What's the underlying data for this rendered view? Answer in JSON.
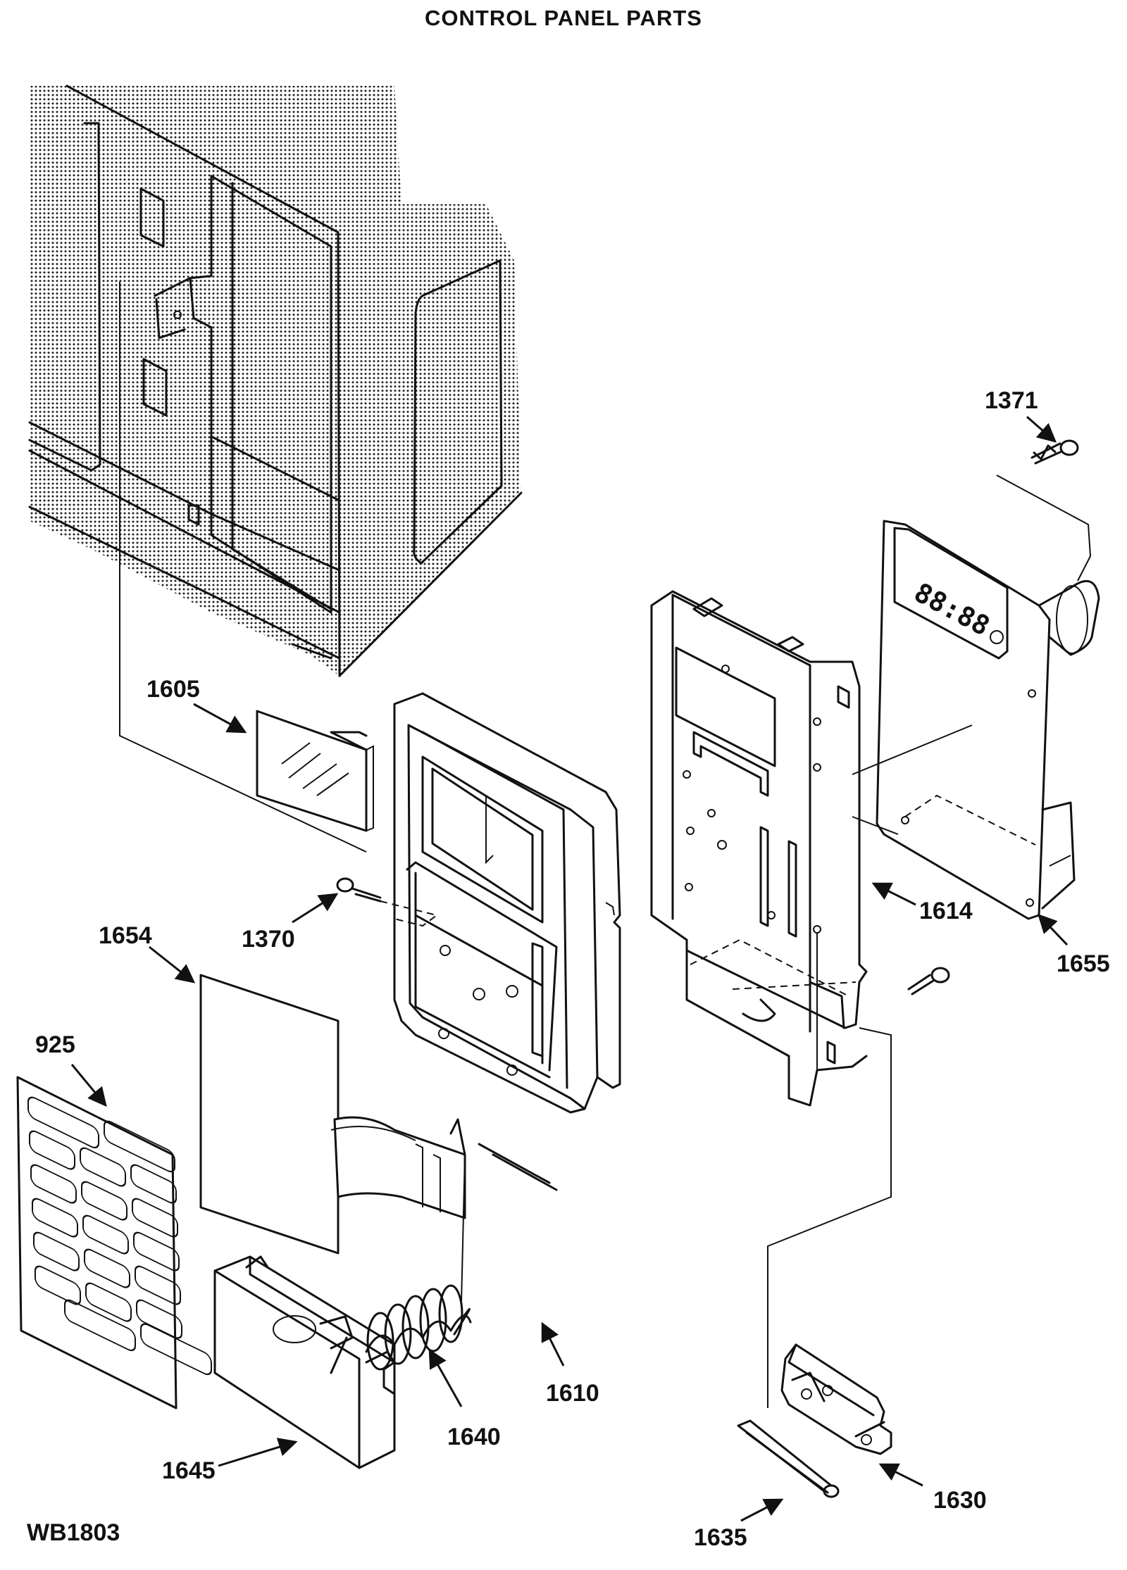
{
  "title": "CONTROL PANEL PARTS",
  "drawing_number": "WB1803",
  "display_digits": "88:88",
  "parts": [
    {
      "id": "p1371",
      "label": "1371"
    },
    {
      "id": "p1605",
      "label": "1605"
    },
    {
      "id": "p1614",
      "label": "1614"
    },
    {
      "id": "p1655",
      "label": "1655"
    },
    {
      "id": "p1654",
      "label": "1654"
    },
    {
      "id": "p1370",
      "label": "1370"
    },
    {
      "id": "p925",
      "label": "925"
    },
    {
      "id": "p1610",
      "label": "1610"
    },
    {
      "id": "p1640",
      "label": "1640"
    },
    {
      "id": "p1645",
      "label": "1645"
    },
    {
      "id": "p1635",
      "label": "1635"
    },
    {
      "id": "p1630",
      "label": "1630"
    }
  ],
  "colors": {
    "ink": "#111111",
    "paper": "#ffffff"
  }
}
